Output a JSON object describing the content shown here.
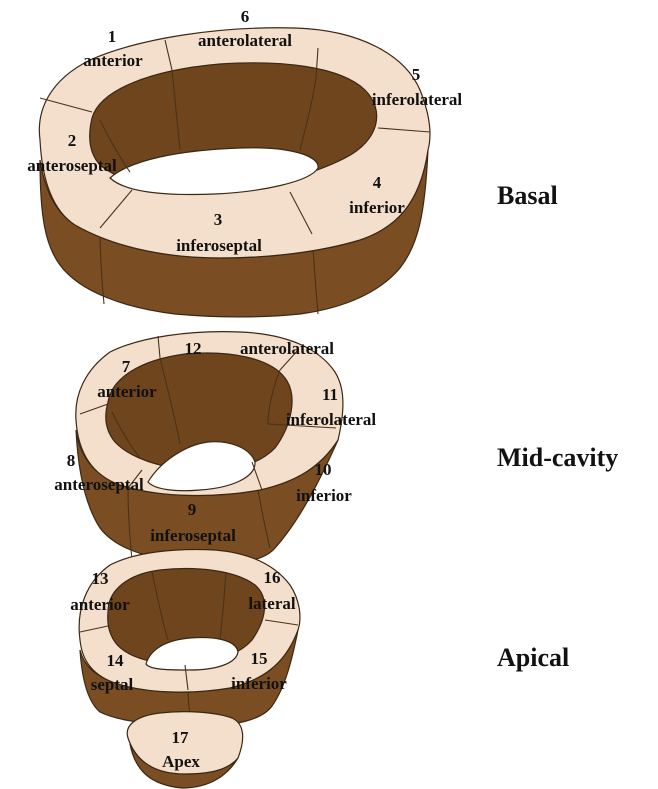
{
  "colors": {
    "myocardium_top": "#f3dfcb",
    "myocardium_wall": "#7a4e22",
    "wall_shadow": "#5e3a16",
    "cavity": "#6e451c",
    "outline": "#3a2714",
    "text": "#111111"
  },
  "levels": [
    {
      "id": "basal",
      "label": "Basal"
    },
    {
      "id": "mid",
      "label": "Mid-cavity"
    },
    {
      "id": "apical",
      "label": "Apical"
    }
  ],
  "segments": [
    {
      "number": "1",
      "name": "anterior"
    },
    {
      "number": "2",
      "name": "anteroseptal"
    },
    {
      "number": "3",
      "name": "inferoseptal"
    },
    {
      "number": "4",
      "name": "inferior"
    },
    {
      "number": "5",
      "name": "inferolateral"
    },
    {
      "number": "6",
      "name": "anterolateral"
    },
    {
      "number": "7",
      "name": "anterior"
    },
    {
      "number": "8",
      "name": "anteroseptal"
    },
    {
      "number": "9",
      "name": "inferoseptal"
    },
    {
      "number": "10",
      "name": "inferior"
    },
    {
      "number": "11",
      "name": "inferolateral"
    },
    {
      "number": "12",
      "name": "anterolateral"
    },
    {
      "number": "13",
      "name": "anterior"
    },
    {
      "number": "14",
      "name": "septal"
    },
    {
      "number": "15",
      "name": "inferior"
    },
    {
      "number": "16",
      "name": "lateral"
    },
    {
      "number": "17",
      "name": "Apex"
    }
  ]
}
